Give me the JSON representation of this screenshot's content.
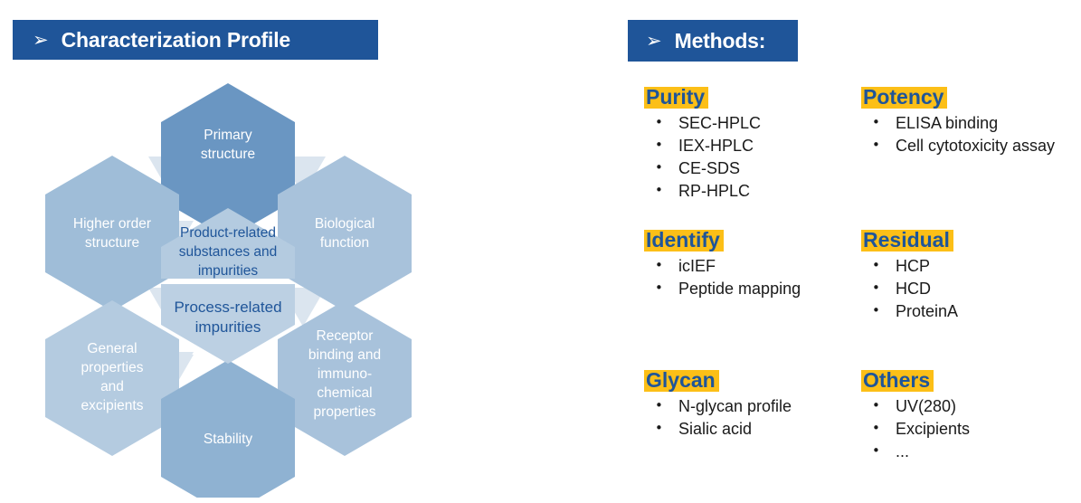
{
  "profile_panel": {
    "arrow_glyph": "➢",
    "title": "Characterization Profile",
    "bar_color": "#1f5599",
    "hexagons": {
      "primary_structure": "Primary structure",
      "higher_order_structure": "Higher order structure",
      "biological_function": "Biological function",
      "general_properties": "General properties and excipients",
      "receptor_binding": "Receptor binding and immuno-chemical properties",
      "stability": "Stability",
      "product_related": "Product-related substances and impurities",
      "process_related": "Process-related impurities"
    },
    "hex_lines": {
      "primary_structure": [
        "Primary",
        "structure"
      ],
      "higher_order_structure": [
        "Higher order",
        "structure"
      ],
      "biological_function": [
        "Biological",
        "function"
      ],
      "general_properties": [
        "General",
        "properties",
        "and",
        "excipients"
      ],
      "receptor_binding": [
        "Receptor",
        "binding and",
        "immuno-",
        "chemical",
        "properties"
      ],
      "stability": [
        "Stability"
      ],
      "product_related": [
        "Product-related",
        "substances and",
        "impurities"
      ],
      "process_related": [
        "Process-related",
        "impurities"
      ]
    },
    "colors": {
      "hex_dark": "#6a96c2",
      "hex_mid": "#9fbdd8",
      "hex_light": "#a8c2db",
      "hex_center_top": "#b4cbe0",
      "hex_center_bottom": "#bcd0e3",
      "connector": "#dbe5ef",
      "label_white": "#ffffff",
      "label_blue": "#1f5599"
    }
  },
  "methods_panel": {
    "arrow_glyph": "➢",
    "title": "Methods:",
    "highlight_color": "#fcbf17",
    "heading_color": "#1f5599",
    "groups": [
      {
        "heading": "Purity",
        "items": [
          "SEC-HPLC",
          "IEX-HPLC",
          "CE-SDS",
          "RP-HPLC"
        ]
      },
      {
        "heading": "Potency",
        "items": [
          "ELISA binding",
          "Cell cytotoxicity assay"
        ]
      },
      {
        "heading": "Identify",
        "items": [
          "icIEF",
          " Peptide mapping"
        ]
      },
      {
        "heading": "Residual",
        "items": [
          "HCP",
          "HCD",
          "ProteinA"
        ]
      },
      {
        "heading": "Glycan",
        "items": [
          "N-glycan profile",
          "Sialic acid"
        ]
      },
      {
        "heading": "Others",
        "items": [
          "UV(280)",
          "Excipients",
          "..."
        ]
      }
    ],
    "bullet_glyph": "•"
  }
}
